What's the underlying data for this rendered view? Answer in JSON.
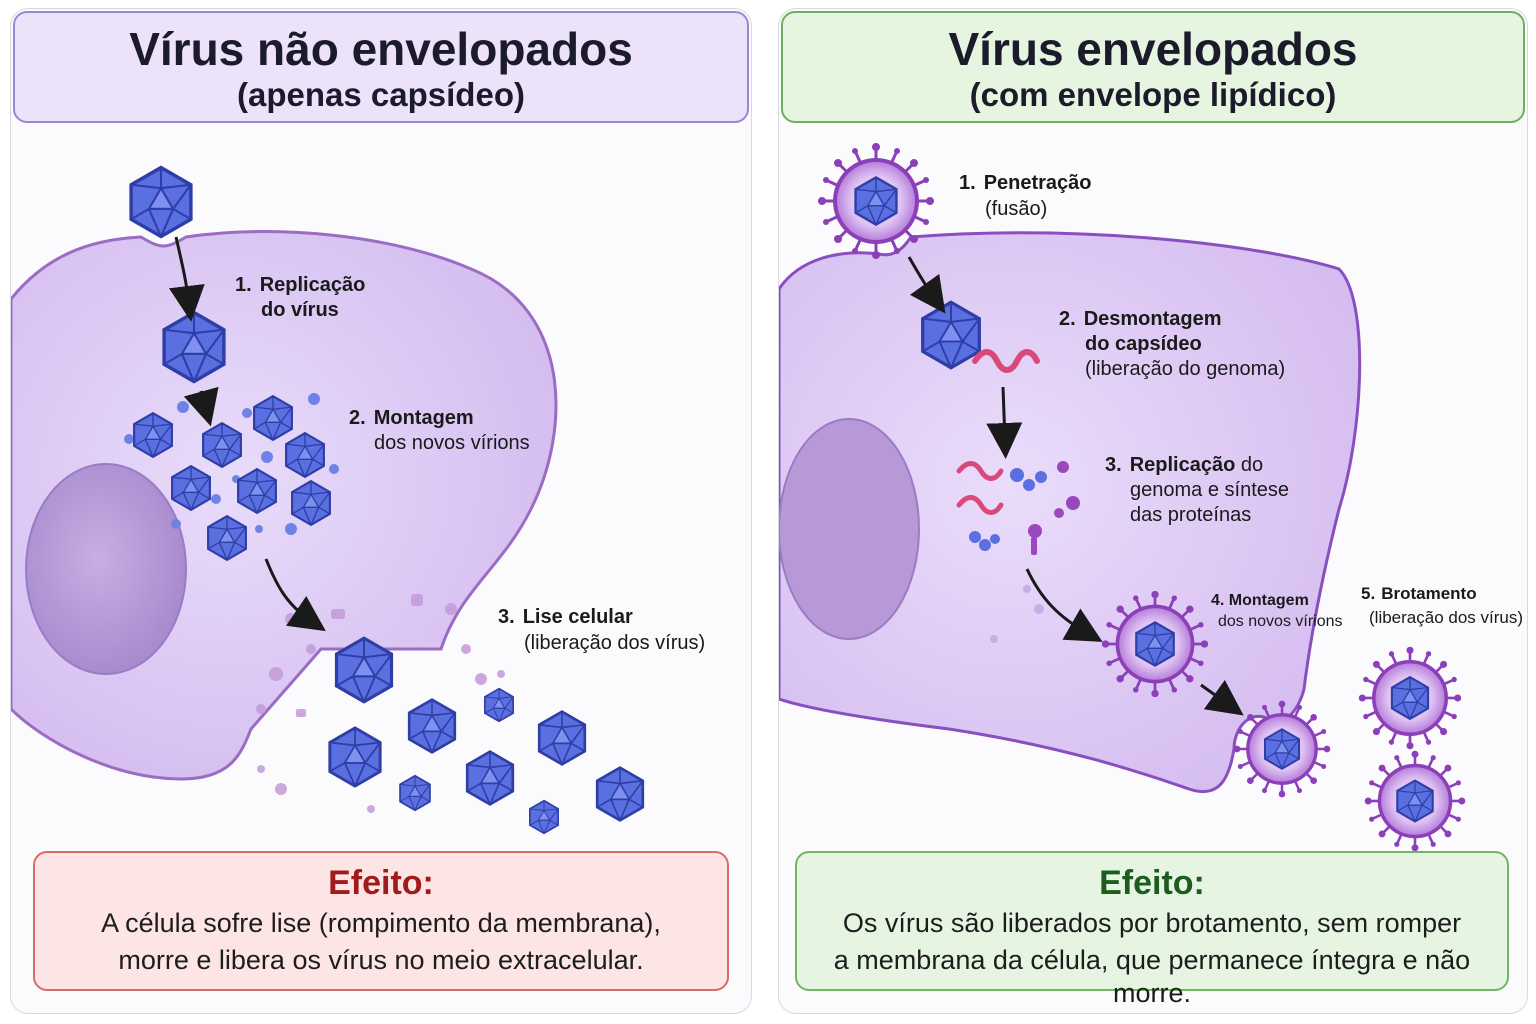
{
  "left": {
    "title": "Vírus não envelopados",
    "subtitle": "(apenas capsídeo)",
    "step1_num": "1.",
    "step1_line1": "Replicação",
    "step1_line2": "do vírus",
    "step2_num": "2.",
    "step2_bold": "Montagem",
    "step2_text": "dos novos vírions",
    "step3_num": "3.",
    "step3_bold": "Lise celular",
    "step3_text": "(liberação dos vírus)",
    "effect_title": "Efeito:",
    "effect_line1": "A célula sofre lise (rompimento da membrana),",
    "effect_line2": "morre e libera os vírus no meio extracelular."
  },
  "right": {
    "title": "Vírus envelopados",
    "subtitle": "(com envelope lipídico)",
    "step1_num": "1.",
    "step1_bold": "Penetração",
    "step1_text": "(fusão)",
    "step2_num": "2.",
    "step2_line1": "Desmontagem",
    "step2_line2": "do capsídeo",
    "step2_text": "(liberação do genoma)",
    "step3_num": "3.",
    "step3_bold": "Replicação",
    "step3_tail": " do",
    "step3_line2": "genoma e síntese",
    "step3_line3": "das proteínas",
    "step4_line1": "4. Montagem",
    "step4_line2": "dos novos vírions",
    "step5_num": "5.",
    "step5_bold": "Brotamento",
    "step5_text": "(liberação dos vírus)",
    "effect_title": "Efeito:",
    "effect_line1": "Os vírus são liberados por brotamento, sem romper",
    "effect_line2": "a membrana da célula, que permanece íntegra e não morre."
  },
  "colors": {
    "cell_fill": "#dcc7f3",
    "cell_stroke": "#9a6cc4",
    "nucleus": "#b79bd8",
    "capsid": "#5b6fe0",
    "envelope": "#a968d3",
    "genome": "#d94a7a"
  }
}
